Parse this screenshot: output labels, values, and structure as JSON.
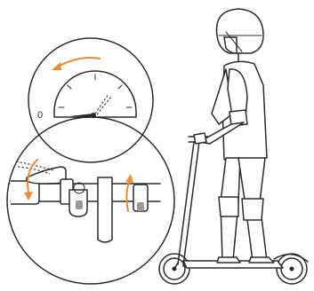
{
  "speedometer": {
    "zero_label": "0"
  },
  "icons": {
    "accent_arrow": "curved-arrow",
    "gauge": "speedometer-dial",
    "rider": "person-on-scooter",
    "handlebar": "handlebar-with-brake-lever-and-throttle"
  },
  "colors": {
    "accent": "#f28a2e",
    "line": "#2b2b2b",
    "shadow": "#9a9a9a"
  }
}
